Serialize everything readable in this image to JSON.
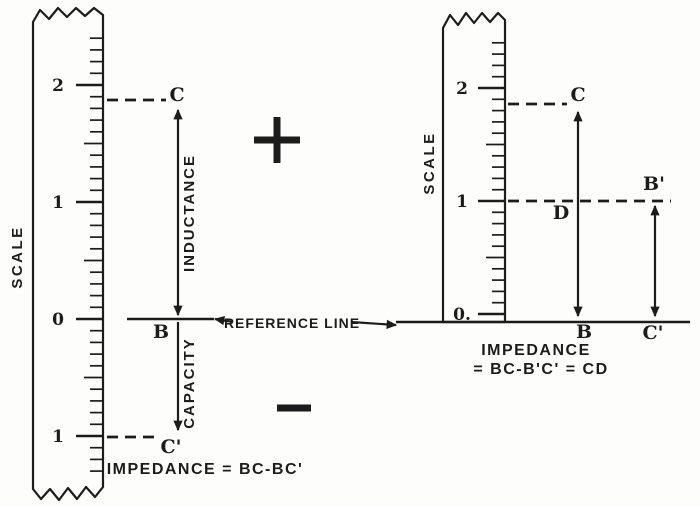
{
  "figure": {
    "colors": {
      "ink": "#1c1c1c",
      "paper": "#fdfdfb"
    },
    "left_panel": {
      "scale_label": "SCALE",
      "ruler_numbers": [
        {
          "value": 2,
          "label": "2"
        },
        {
          "value": 1,
          "label": "1"
        },
        {
          "value": 0,
          "label": "0"
        },
        {
          "value": -1,
          "label": "1"
        }
      ],
      "point_c": "C",
      "point_b": "B",
      "point_c_prime": "C'",
      "inductance_label": "INDUCTANCE",
      "capacity_label": "CAPACITY",
      "caption": "IMPEDANCE = BC-BC'"
    },
    "center": {
      "reference_line_label": "REFERENCE LINE",
      "plus_symbol": "+",
      "minus_symbol": "−"
    },
    "right_panel": {
      "scale_label": "SCALE",
      "ruler_numbers": [
        {
          "value": 2,
          "label": "2"
        },
        {
          "value": 1,
          "label": "1"
        },
        {
          "value": 0,
          "label": "0."
        }
      ],
      "point_c": "C",
      "point_b": "B",
      "point_b_prime": "B'",
      "point_c_prime": "C'",
      "point_d": "D",
      "caption_line1": "IMPEDANCE",
      "caption_line2": "= BC-B'C' = CD"
    }
  }
}
